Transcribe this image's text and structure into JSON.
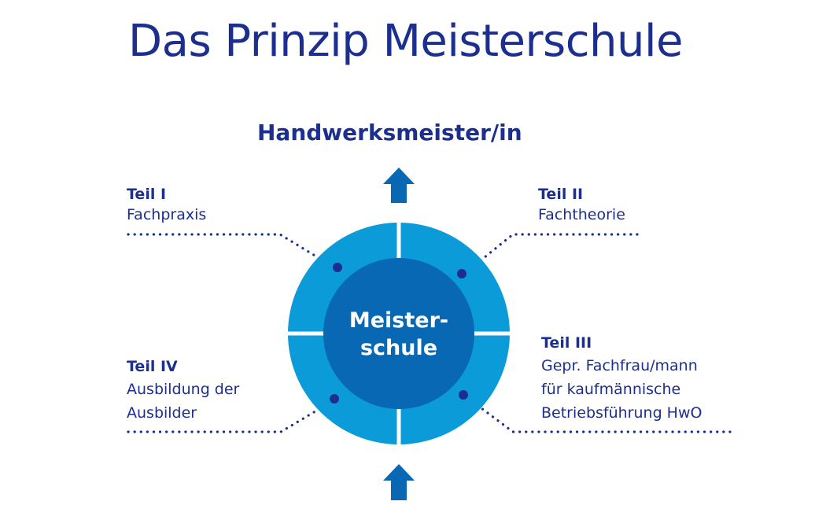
{
  "title": "Das Prinzip Meisterschule",
  "goal": "Handwerksmeister/in",
  "center": {
    "line1": "Meister-",
    "line2": "schule"
  },
  "parts": {
    "teil1": {
      "number": "Teil I",
      "lines": [
        "Fachpraxis"
      ]
    },
    "teil2": {
      "number": "Teil II",
      "lines": [
        "Fachtheorie"
      ]
    },
    "teil3": {
      "number": "Teil III",
      "lines": [
        "Gepr. Fachfrau/mann",
        "für kaufmännische",
        "Betriebsführung HwO"
      ]
    },
    "teil4": {
      "number": "Teil IV",
      "lines": [
        "Ausbildung der",
        "Ausbilder"
      ]
    }
  },
  "colors": {
    "title": "#1c2f8f",
    "ring": "#0b9bd8",
    "inner": "#0868b4",
    "arrow": "#0868b4",
    "dots": "#1c2f8f"
  }
}
